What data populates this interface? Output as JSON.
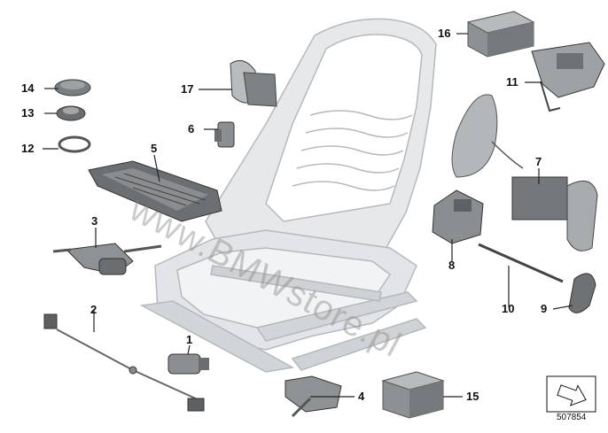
{
  "callouts": {
    "p1": "1",
    "p2": "2",
    "p3": "3",
    "p4": "4",
    "p5": "5",
    "p6": "6",
    "p7": "7",
    "p8": "8",
    "p9": "9",
    "p10": "10",
    "p11": "11",
    "p12": "12",
    "p13": "13",
    "p14": "14",
    "p15": "15",
    "p16": "16",
    "p17": "17"
  },
  "watermark": "www.BMWstore.pl",
  "diagram_number": "507854",
  "colors": {
    "frame": "#d6d9dc",
    "frame_edge": "#b8bcc0",
    "part_dark": "#6f7275",
    "part_mid": "#9a9da0",
    "leader": "#222222"
  }
}
